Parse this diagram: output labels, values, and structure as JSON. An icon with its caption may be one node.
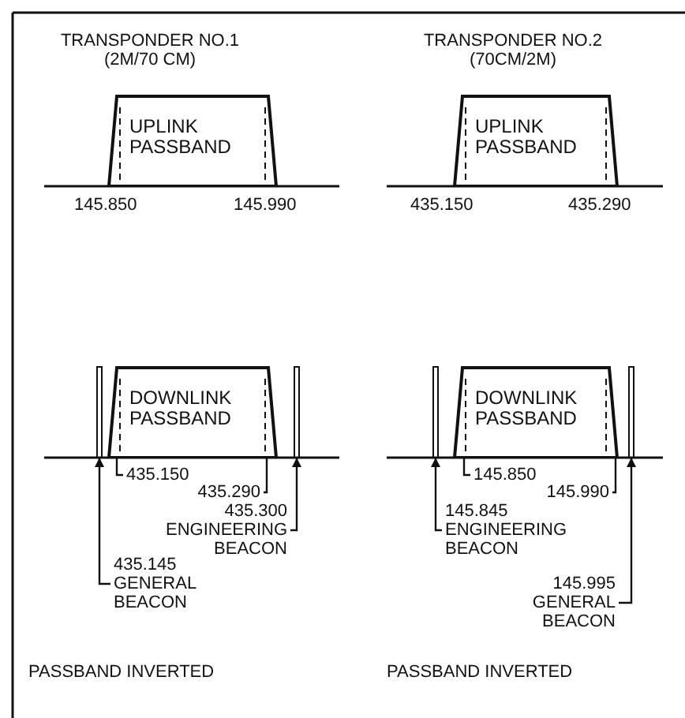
{
  "diagram": {
    "nodes": [
      {
        "text": [
          "UPLINK PASSBAND"
        ]
      },
      {
        "text": [
          "UPLINK PASSBAND"
        ]
      },
      {
        "text": [
          "DOWNLINK PASSBAND"
        ]
      },
      {
        "text": [],
        "shape": "bar"
      },
      {
        "text": [],
        "shape": "bar"
      },
      {
        "text": [
          "435.150"
        ]
      },
      {
        "text": [
          "435.290"
        ]
      },
      {
        "text": [
          "435.300",
          "ENGINEERING BEACON"
        ]
      },
      {
        "text": [
          "435.145",
          "GENERAL BEACON"
        ]
      },
      {
        "text": [
          "DOWNLINK PASSBAND"
        ]
      },
      {
        "text": [],
        "shape": "bar"
      },
      {
        "text": [],
        "shape": "bar"
      },
      {
        "text": [
          "145.850"
        ]
      },
      {
        "text": [
          "145.990"
        ]
      },
      {
        "text": [
          "145.845",
          "ENGINEERING BEACON"
        ]
      },
      {
        "text": [
          "145.995",
          "GENERAL BEACON"
        ]
      }
    ],
    "edges": [
      {
        "from": 5,
        "to": 2,
        "arrow": "none"
      },
      {
        "from": 6,
        "to": 2,
        "arrow": "none"
      },
      {
        "from": 7,
        "to": 4,
        "arrow": "to"
      },
      {
        "from": 8,
        "to": 3,
        "arrow": "to"
      },
      {
        "from": 12,
        "to": 9,
        "arrow": "none"
      },
      {
        "from": 13,
        "to": 9,
        "arrow": "none"
      },
      {
        "from": 14,
        "to": 10,
        "arrow": "to"
      },
      {
        "from": 15,
        "to": 11,
        "arrow": "to"
      }
    ],
    "labels": [
      "TRANSPONDER NO.1 (2M/70 CM)",
      "TRANSPONDER NO.2 (70CM/2M)",
      "145.850",
      "145.990",
      "435.150",
      "435.290",
      "PASSBAND INVERTED",
      "PASSBAND INVERTED"
    ]
  }
}
